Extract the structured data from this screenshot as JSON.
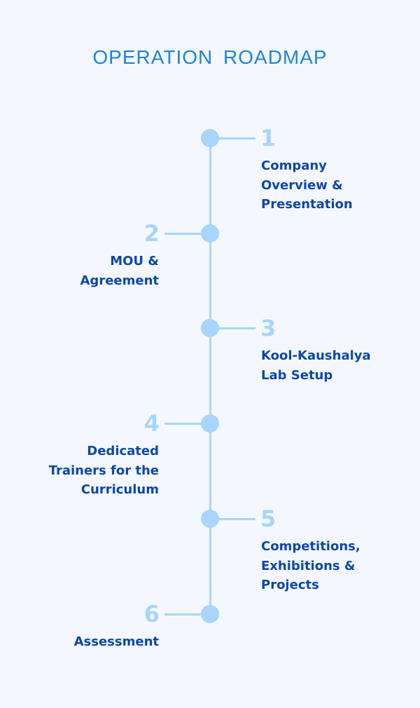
{
  "title": "OPERATION ROADMAP",
  "steps": [
    {
      "number": "1",
      "label": "Company\nOverview &\nPresentation",
      "side": "right"
    },
    {
      "number": "2",
      "label": "MOU &\nAgreement",
      "side": "left"
    },
    {
      "number": "3",
      "label": "Kool-Kaushalya\nLab Setup",
      "side": "right"
    },
    {
      "number": "4",
      "label": "Dedicated\nTrainers for the\nCurriculum",
      "side": "left"
    },
    {
      "number": "5",
      "label": "Competitions,\nExhibitions &\nProjects",
      "side": "right"
    },
    {
      "number": "6",
      "label": "Assessment",
      "side": "left"
    }
  ],
  "colors": {
    "title": "#1b84dc",
    "label": "#0d47a8",
    "accent": "#a9d4fb",
    "background": "#f4f8fe"
  }
}
